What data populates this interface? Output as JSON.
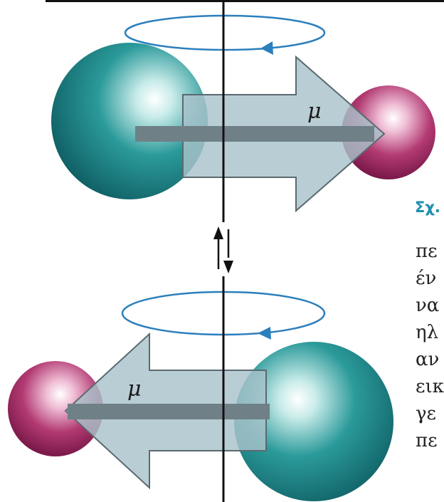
{
  "figure": {
    "top_molecule": {
      "moment_label": "μ"
    },
    "bottom_molecule": {
      "moment_label": "μ"
    }
  },
  "caption": {
    "label": "Σχ.",
    "text_fragments": [
      "πε",
      "έν",
      "να",
      "ηλ",
      "αν",
      "εικ",
      "γε",
      "πε"
    ]
  },
  "colors": {
    "large_sphere": "#1f8f8f",
    "small_sphere": "#a3245e",
    "moment_arrow_fill": "#a9c2ca",
    "rotation_arrow": "#2b7fbd",
    "caption_label": "#1f8fb0"
  }
}
